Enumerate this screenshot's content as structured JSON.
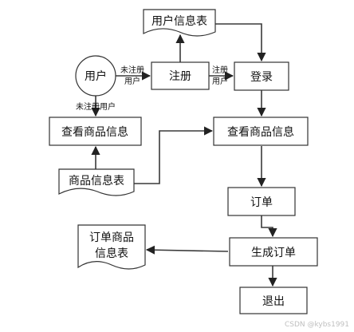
{
  "nodes": {
    "user": "用户",
    "user_table": "用户信息表",
    "register": "注册",
    "login": "登录",
    "view_goods_left": "查看商品信息",
    "view_goods_right": "查看商品信息",
    "goods_table": "商品信息表",
    "order": "订单",
    "order_goods_table_line1": "订单商品",
    "order_goods_table_line2": "信息表",
    "generate_order": "生成订单",
    "exit": "退出"
  },
  "edge_labels": {
    "user_to_register_line1": "未注册",
    "user_to_register_line2": "用户",
    "register_to_login_line1": "注册",
    "register_to_login_line2": "用户",
    "user_to_view": "未注册用户"
  },
  "watermark": "CSDN @kybs1991"
}
